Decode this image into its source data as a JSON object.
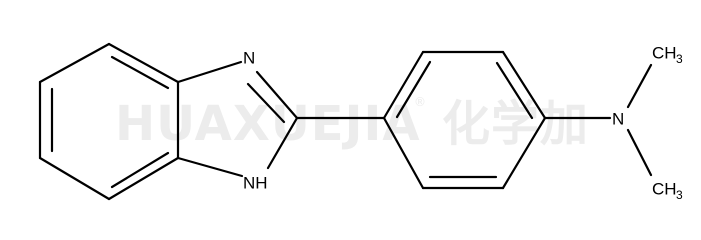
{
  "watermark": {
    "latin": "HUAXUEJIA",
    "registered": "®",
    "cjk": "化学加"
  },
  "atoms": {
    "n_imine": "N",
    "n_h": "NH",
    "n_amine": "N",
    "methyl_top": "CH",
    "methyl_top_sub": "3",
    "methyl_bottom": "CH",
    "methyl_bottom_sub": "3"
  }
}
